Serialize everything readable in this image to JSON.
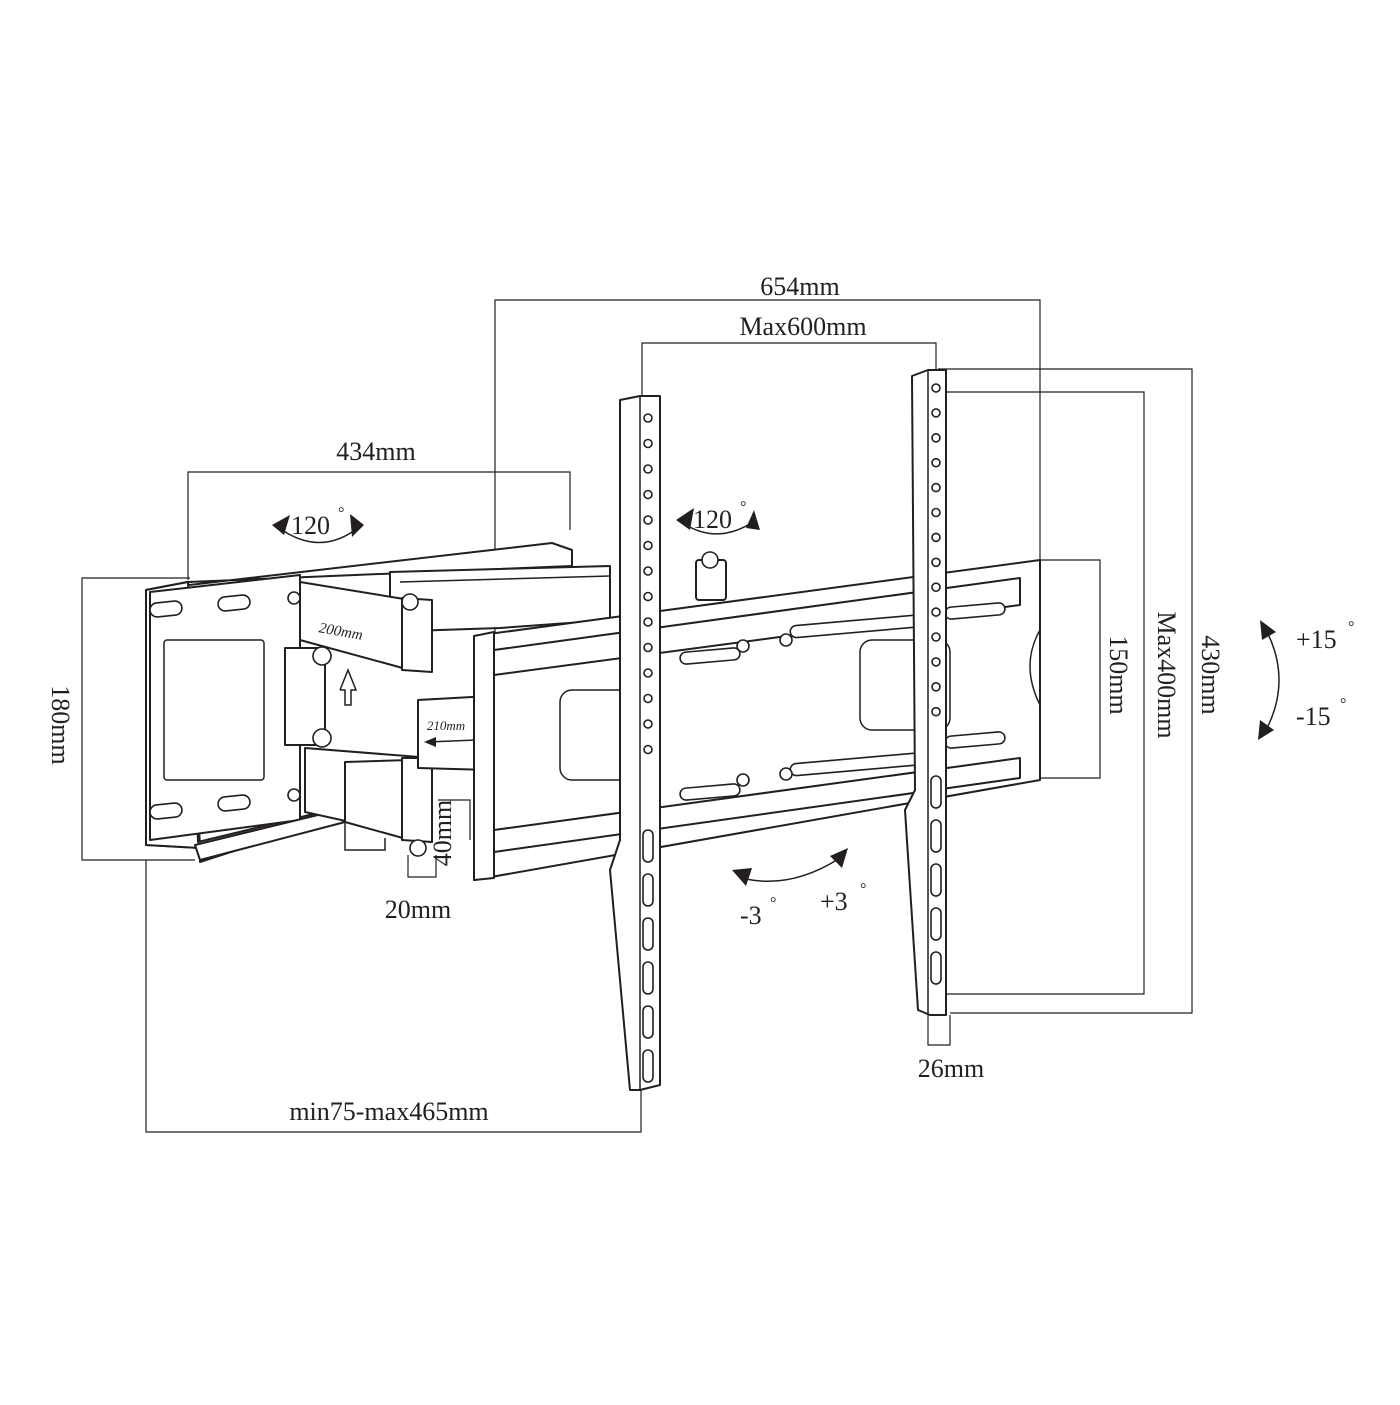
{
  "dimensions": {
    "overall_width": "654mm",
    "max_vesa_width": "Max600mm",
    "wall_plate_width": "434mm",
    "wall_plate_height": "180mm",
    "extension": "min75-max465mm",
    "vertical_rail_height": "430mm",
    "max_vesa_height": "Max400mm",
    "center_bracket_height": "150mm",
    "rail_depth": "26mm",
    "arm_offset_width": "20mm",
    "arm_offset_height": "40mm",
    "inner_arm_length": "200mm",
    "outer_arm_length": "210mm"
  },
  "rotation": {
    "swivel_left": "120",
    "swivel_right": "120",
    "tilt_up": "+15",
    "tilt_down": "-15",
    "roll_left": "-3",
    "roll_right": "+3",
    "degree_symbol": "°"
  }
}
